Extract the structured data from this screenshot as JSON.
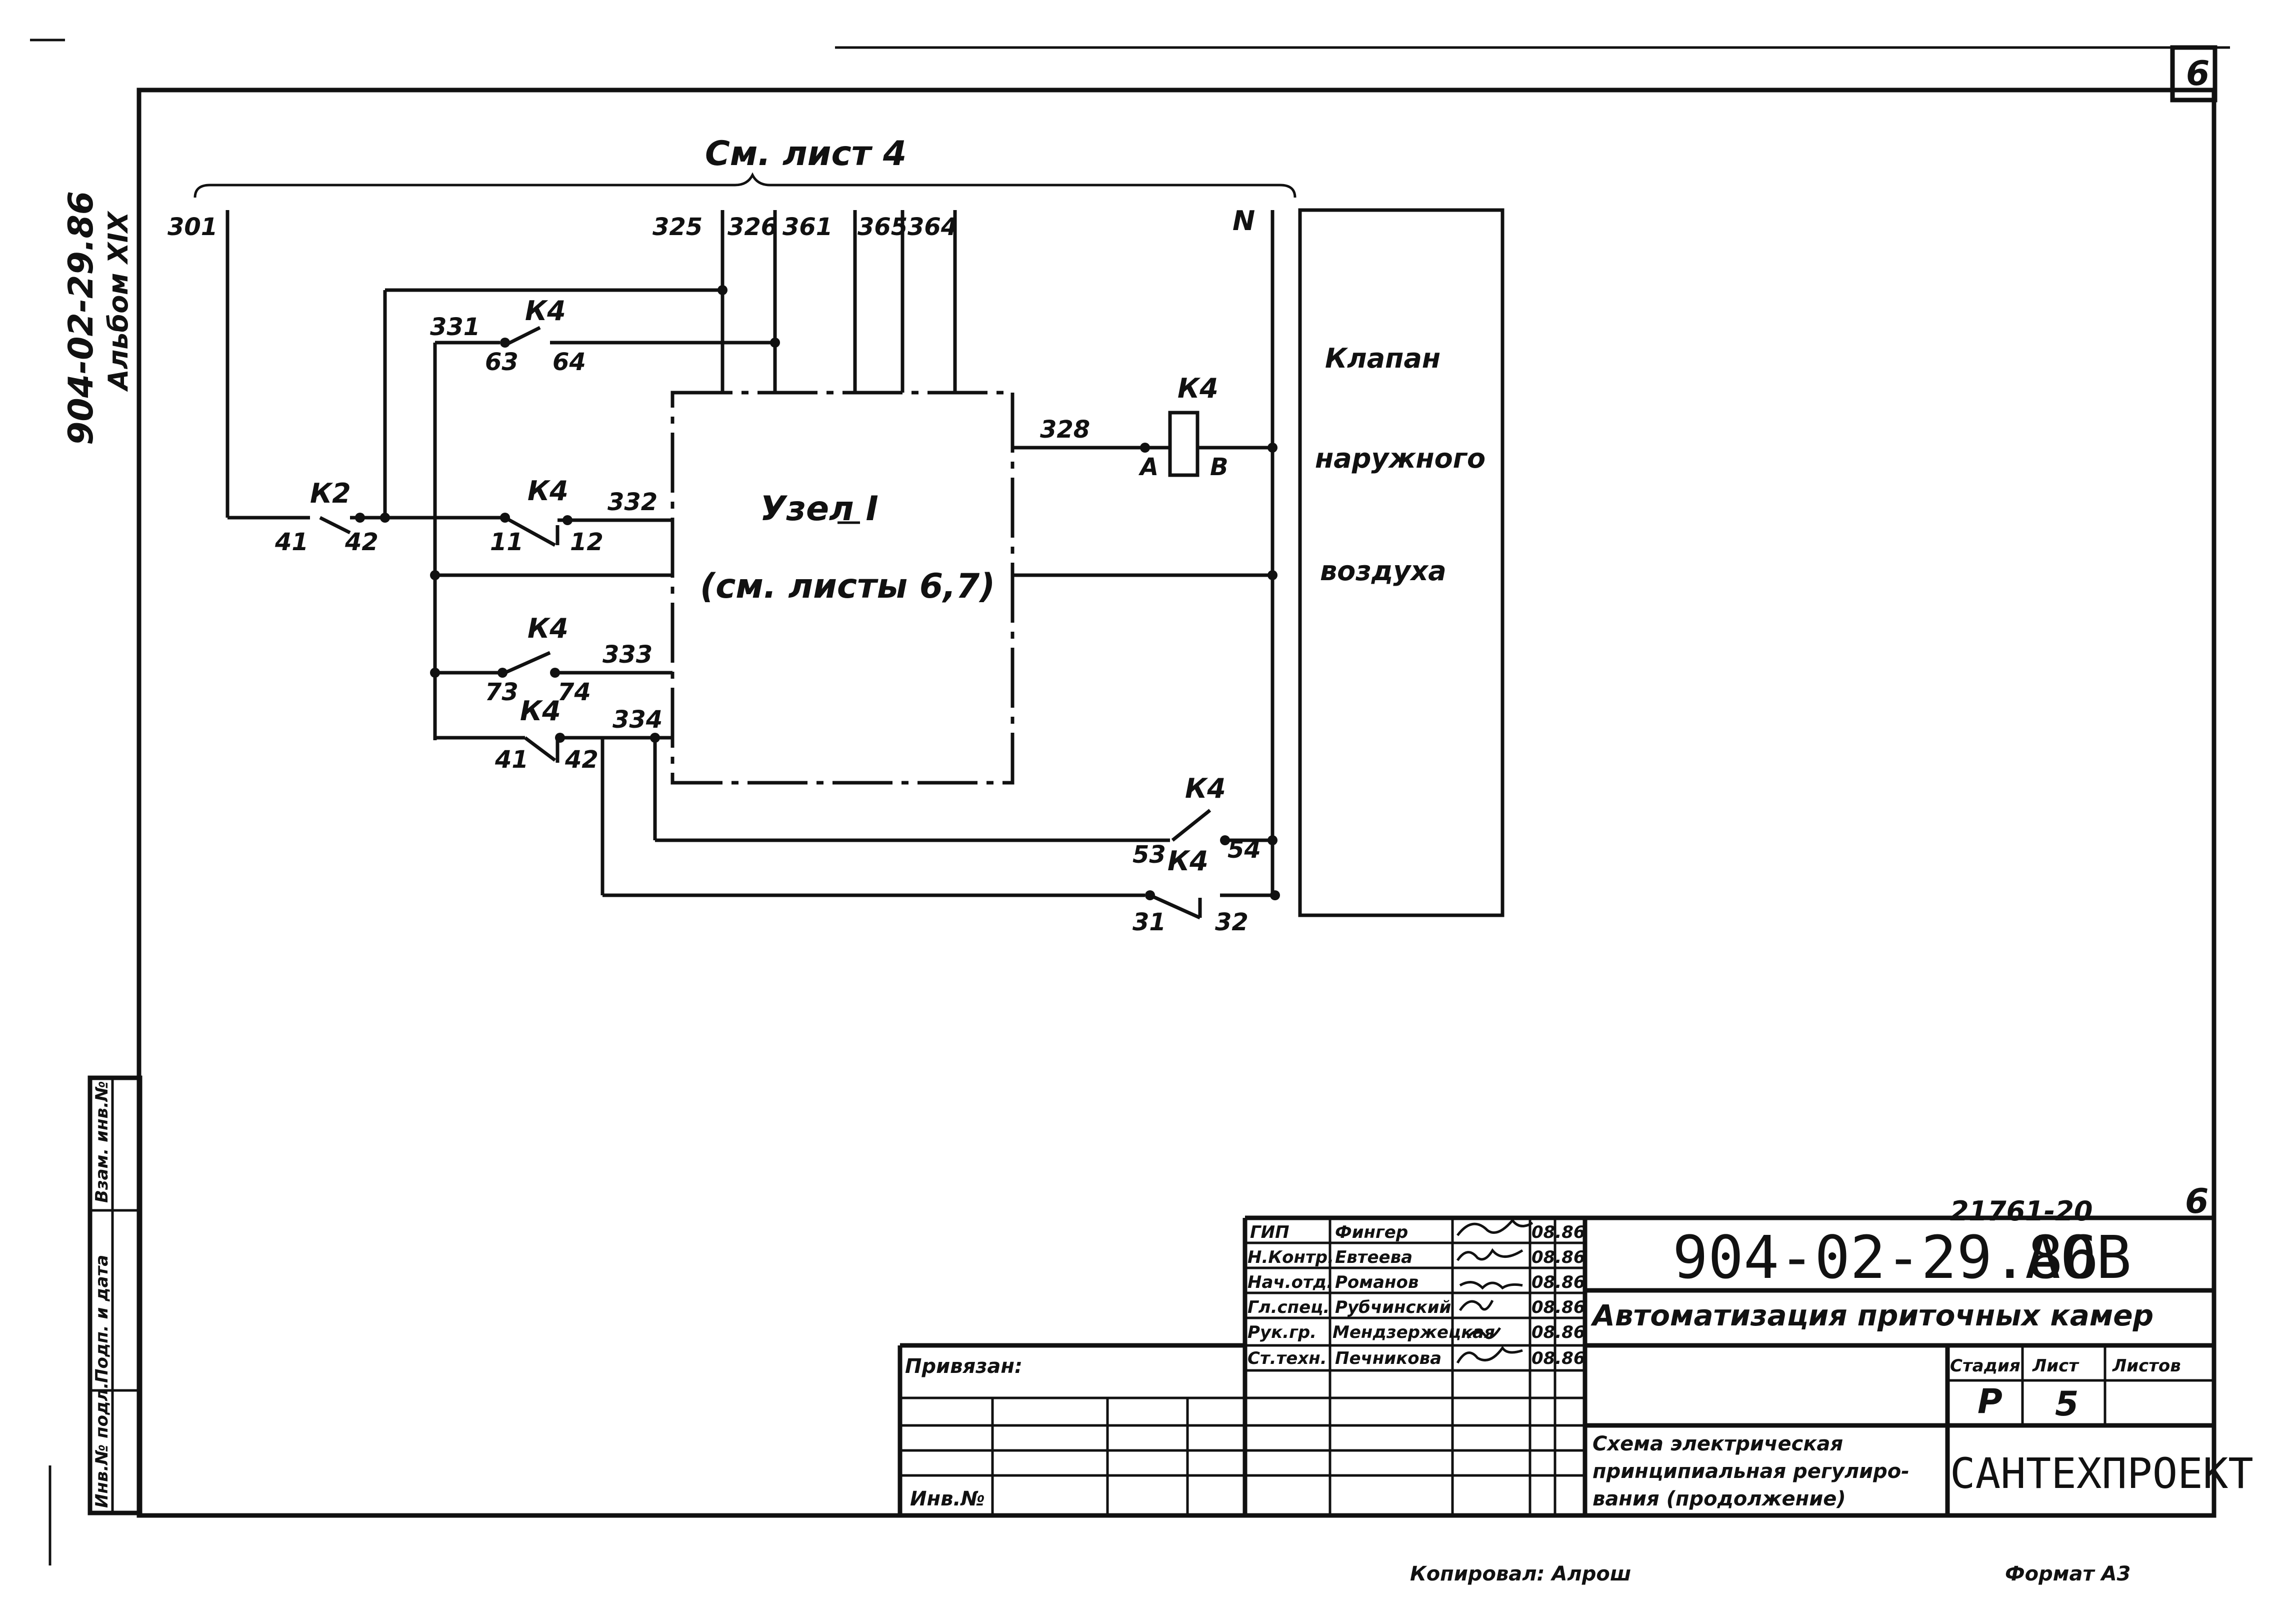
{
  "sheet": {
    "page_number": "6",
    "album_code": "904-02-29.86",
    "album_volume": "Альбом XIX",
    "reference": "См. лист 4",
    "inventory_number": "21761-20",
    "footer_copied": "Копировал: Алрош",
    "footer_format": "Формат А3"
  },
  "side_stamp": {
    "cells": [
      "Взам. инв.№",
      "Подп. и дата",
      "Инв.№ подл."
    ]
  },
  "terminals": {
    "t301": "301",
    "t325": "325",
    "t326": "326",
    "t361": "361",
    "t365": "365",
    "t364": "364",
    "tN": "N",
    "t331": "331",
    "t332": "332",
    "t333": "333",
    "t334": "334",
    "t328": "328"
  },
  "contacts": {
    "k2": "К2",
    "k4_63_64": "К4",
    "k4_11_12": "К4",
    "k4_73_74": "К4",
    "k4_41_42": "К4",
    "k4_53_54": "К4",
    "k4_31_32": "К4",
    "coil_k4": "К4",
    "n41a": "41",
    "n42a": "42",
    "n63": "63",
    "n64": "64",
    "n11": "11",
    "n12": "12",
    "n73": "73",
    "n74": "74",
    "n41b": "41",
    "n42b": "42",
    "n53": "53",
    "n54": "54",
    "n31": "31",
    "n32": "32",
    "coil_a": "А",
    "coil_b": "В"
  },
  "node_block": {
    "title": "Узел I",
    "subtitle": "(см. листы 6,7)"
  },
  "valve": {
    "line1": "Клапан",
    "line2": "наружного",
    "line3": "воздуха"
  },
  "title_block": {
    "rows": [
      {
        "role": "ГИП",
        "name": "Фингер",
        "date": "08.86"
      },
      {
        "role": "Н.Контр.",
        "name": "Евтеева",
        "date": "08.86"
      },
      {
        "role": "Нач.отд.",
        "name": "Романов",
        "date": "08.86"
      },
      {
        "role": "Гл.спец.",
        "name": "Рубчинский",
        "date": "08.86"
      },
      {
        "role": "Рук.гр.",
        "name": "Мендзержецкая",
        "date": "08.86"
      },
      {
        "role": "Ст.техн.",
        "name": "Печникова",
        "date": "08.86"
      }
    ],
    "document_code": "904-02-29.86",
    "document_suffix": "АОВ",
    "project_title": "Автоматизация приточных камер",
    "sheet_title_1": "Схема электрическая",
    "sheet_title_2": "принципиальная регулиро-",
    "sheet_title_3": "вания (продолжение)",
    "stage_label": "Стадия",
    "sheet_label": "Лист",
    "sheets_label": "Листов",
    "stage_value": "Р",
    "sheet_value": "5",
    "sheets_value": "",
    "organization": "САНТЕХПРОЕКТ",
    "binding_label": "Привязан:",
    "inv_label": "Инв.№"
  }
}
